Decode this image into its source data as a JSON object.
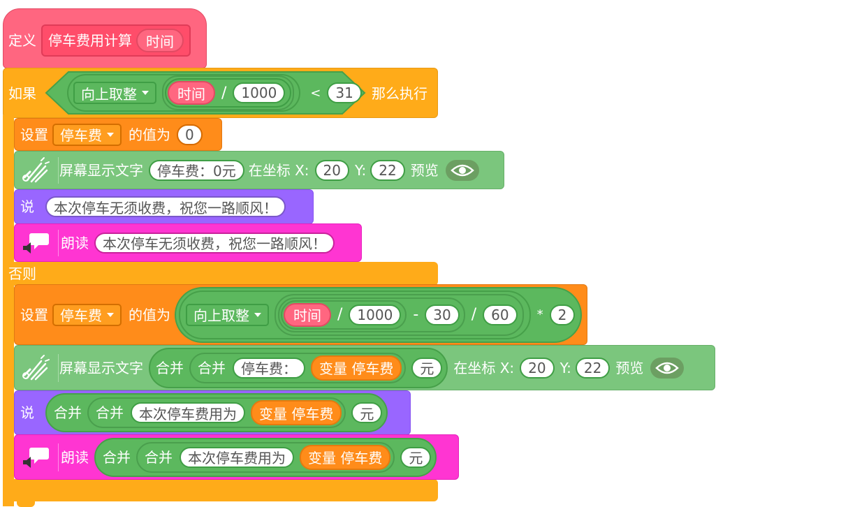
{
  "define": {
    "keyword": "定义",
    "proc_name": "停车费用计算",
    "param": "时间"
  },
  "if_block": {
    "keyword": "如果",
    "then": "那么执行",
    "else": "否则"
  },
  "condition": {
    "round_op": "向上取整",
    "var": "时间",
    "div": "/",
    "divisor": "1000",
    "lt": "<",
    "value": "31"
  },
  "set1": {
    "label": "设置",
    "var": "停车费",
    "suffix": "的值为",
    "value": "0"
  },
  "show1": {
    "label": "屏幕显示文字",
    "text": "停车费：0元",
    "at": "在坐标 X:",
    "x": "20",
    "y_label": "Y:",
    "y": "22",
    "preview": "预览"
  },
  "say1": {
    "label": "说",
    "text": "本次停车无须收费，祝您一路顺风！"
  },
  "read1": {
    "label": "朗读",
    "text": "本次停车无须收费，祝您一路顺风！"
  },
  "set2": {
    "label": "设置",
    "var": "停车费",
    "suffix": "的值为",
    "round_op": "向上取整",
    "time": "时间",
    "div": "/",
    "divisor": "1000",
    "minus": "-",
    "sub": "30",
    "div2": "/",
    "divisor2": "60",
    "mul": "*",
    "factor": "2"
  },
  "show2": {
    "label": "屏幕显示文字",
    "join": "合并",
    "prefix": "停车费：",
    "var_label": "变量 停车费",
    "unit": "元",
    "at": "在坐标 X:",
    "x": "20",
    "y_label": "Y:",
    "y": "22",
    "preview": "预览"
  },
  "say2": {
    "label": "说",
    "join": "合并",
    "prefix": "本次停车费用为",
    "var_label": "变量 停车费",
    "unit": "元"
  },
  "read2": {
    "label": "朗读",
    "join": "合并",
    "prefix": "本次停车费用为",
    "var_label": "变量 停车费",
    "unit": "元"
  },
  "icons": [
    "magic-wand-icon",
    "eye-icon",
    "speech-bubble-icon",
    "speaker-icon",
    "dropdown-caret-icon"
  ],
  "colors": {
    "define": "#ff6680",
    "control": "#ffab19",
    "data": "#ff8c1a",
    "operator": "#5cb85e",
    "say": "#9966ff",
    "speak": "#ff35d2",
    "display": "#7bc67d"
  }
}
